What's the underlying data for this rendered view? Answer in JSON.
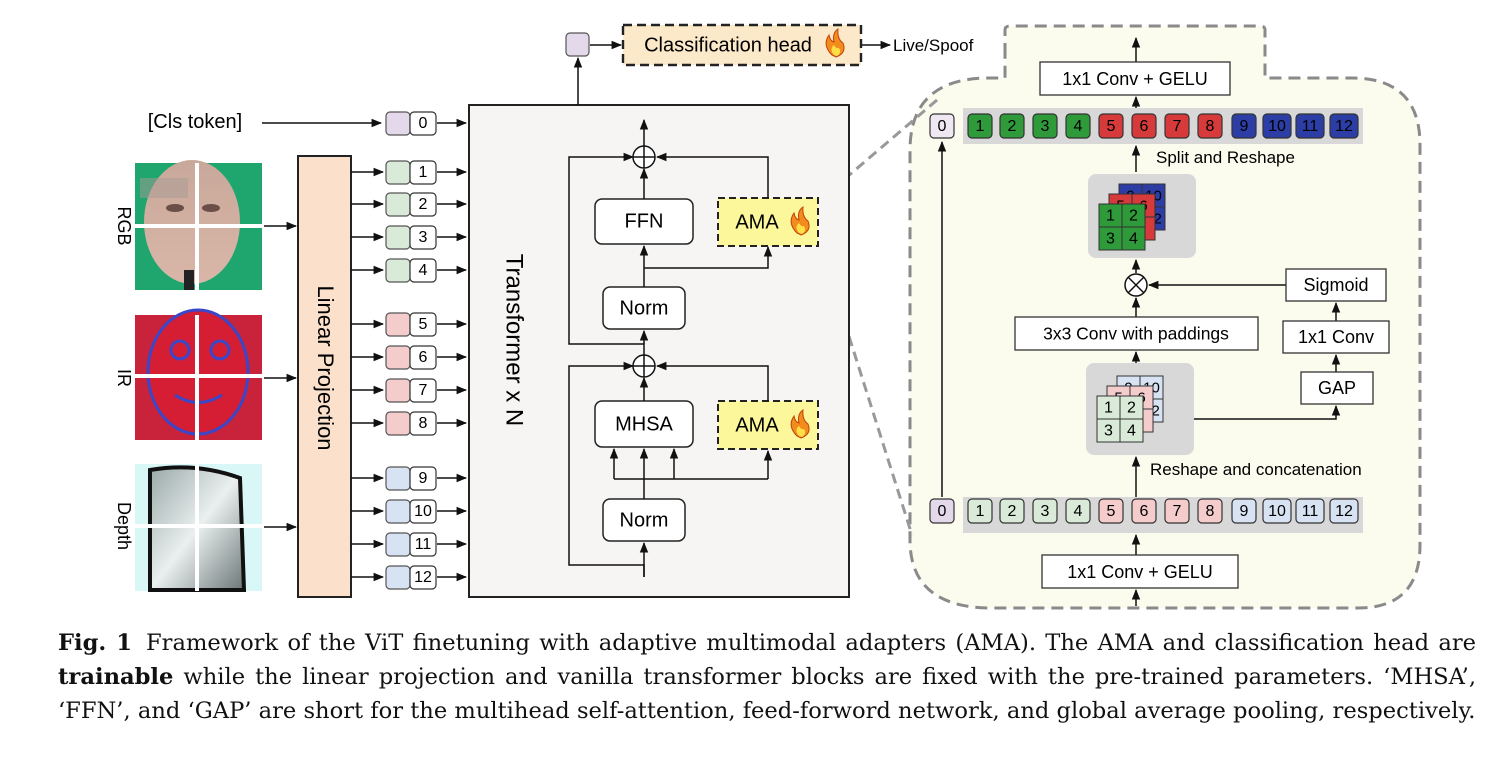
{
  "inputs": {
    "cls_token": "[Cls token]",
    "modalities": [
      "RGB",
      "IR",
      "Depth"
    ]
  },
  "tokens": [
    "0",
    "1",
    "2",
    "3",
    "4",
    "5",
    "6",
    "7",
    "8",
    "9",
    "10",
    "11",
    "12"
  ],
  "blocks": {
    "linear_projection": "Linear Projection",
    "transformer": "Transformer x N",
    "classification_head": "Classification head",
    "output": "Live/Spoof",
    "ffn": "FFN",
    "norm": "Norm",
    "mhsa": "MHSA",
    "ama": "AMA"
  },
  "ama_detail": {
    "top_conv": "1x1 Conv + GELU",
    "bottom_conv": "1x1 Conv + GELU",
    "split_reshape": "Split and Reshape",
    "reshape_concat": "Reshape and concatenation",
    "conv3x3": "3x3 Conv with paddings",
    "sigmoid": "Sigmoid",
    "conv1x1": "1x1 Conv",
    "gap": "GAP",
    "multiply": "⊗",
    "cube_front": [
      "1",
      "2",
      "3",
      "4"
    ],
    "cube_back": [
      "5",
      "6",
      "9",
      "10",
      "11",
      "12"
    ]
  },
  "colors": {
    "token_cls": "#e4d9ea",
    "token_rgb": "#d9ead8",
    "token_ir": "#f4cccc",
    "token_depth": "#d7e3f3",
    "dark_green": "#2e9a3a",
    "dark_red": "#d63a3a",
    "dark_blue": "#2c3ea6",
    "ama_fill": "#fbf79a",
    "head_fill": "#fbe9c9",
    "linear_fill": "#fbe1cb",
    "transformer_fill": "#f6f5f3",
    "detail_fill": "#fbfbee"
  },
  "caption": {
    "label": "Fig. 1",
    "part1": "Framework of the ViT finetuning with adaptive multimodal adapters (AMA). The AMA and classification head are",
    "bold": "trainable",
    "part2": "while the linear projection and vanilla transformer blocks are fixed with the pre-trained parameters. ‘MHSA’, ‘FFN’, and ‘GAP’ are short for the multihead self-attention, feed-forword network, and global average pooling, respectively."
  }
}
